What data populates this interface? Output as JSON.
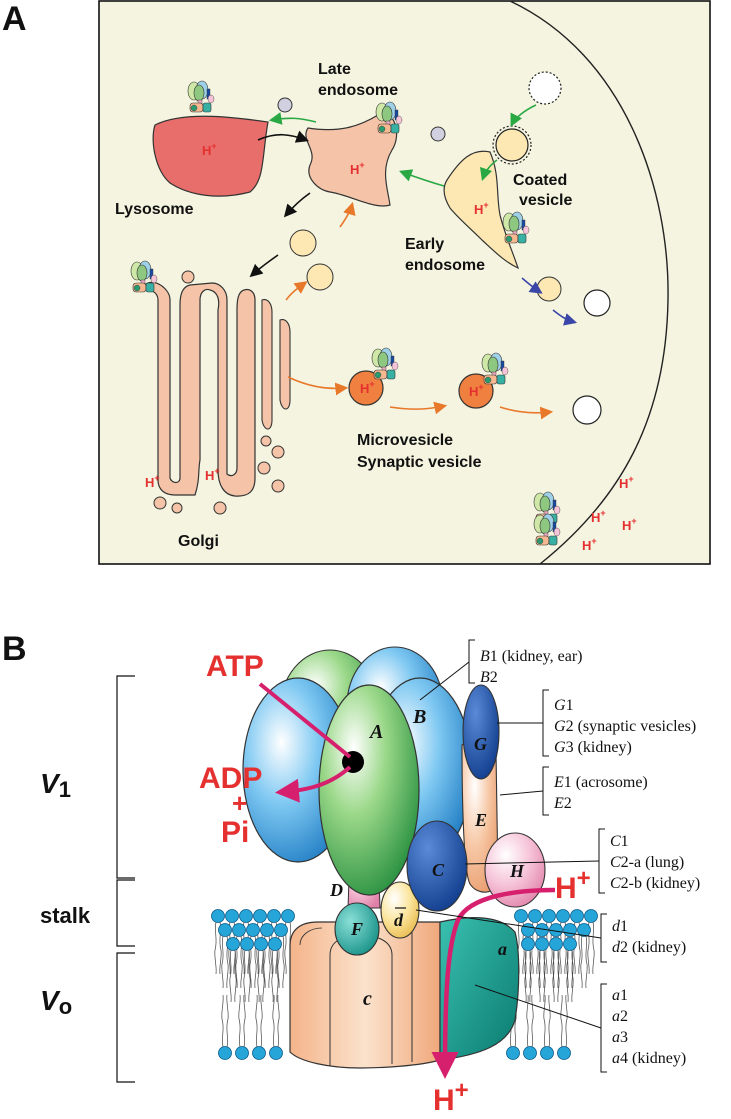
{
  "panel_a": {
    "letter": "A",
    "labels": {
      "late_endosome_1": "Late",
      "late_endosome_2": "endosome",
      "lysosome": "Lysosome",
      "coated_1": "Coated",
      "coated_2": "vesicle",
      "early_1": "Early",
      "early_2": "endosome",
      "microvesicle": "Microvesicle",
      "synaptic": "Synaptic vesicle",
      "golgi": "Golgi"
    },
    "proton": {
      "base": "H",
      "sup": "+"
    }
  },
  "panel_b": {
    "letter": "B",
    "sections": {
      "v1_main": "V",
      "v1_sub": "1",
      "stalk": "stalk",
      "vo_main": "V",
      "vo_sub": "o"
    },
    "reaction": {
      "atp": "ATP",
      "adp": "ADP",
      "plus": "+",
      "pi": "Pi"
    },
    "subunits": {
      "A": "A",
      "B": "B",
      "G": "G",
      "E": "E",
      "C": "C",
      "H": "H",
      "D": "D",
      "F": "F",
      "d": "d",
      "a": "a",
      "c": "c"
    },
    "proton": {
      "base": "H",
      "sup": "+"
    },
    "isoforms": {
      "B": [
        {
          "it": "B",
          "rest": "1 (kidney, ear)"
        },
        {
          "it": "B",
          "rest": "2"
        }
      ],
      "G": [
        {
          "it": "G",
          "rest": "1"
        },
        {
          "it": "G",
          "rest": "2 (synaptic vesicles)"
        },
        {
          "it": "G",
          "rest": "3 (kidney)"
        }
      ],
      "E": [
        {
          "it": "E",
          "rest": "1 (acrosome)"
        },
        {
          "it": "E",
          "rest": "2"
        }
      ],
      "C": [
        {
          "it": "C",
          "rest": "1"
        },
        {
          "it": "C",
          "rest": "2-a (lung)"
        },
        {
          "it": "C",
          "rest": "2-b (kidney)"
        }
      ],
      "d": [
        {
          "it": "d",
          "rest": "1"
        },
        {
          "it": "d",
          "rest": "2 (kidney)"
        }
      ],
      "a": [
        {
          "it": "a",
          "rest": "1"
        },
        {
          "it": "a",
          "rest": "2"
        },
        {
          "it": "a",
          "rest": "3"
        },
        {
          "it": "a",
          "rest": "4 (kidney)"
        }
      ]
    }
  },
  "colors": {
    "cell_bg": "#f4f4e0",
    "organelle": "#f5c4a8",
    "lysosome": "#e86e6c",
    "vesicle": "#fde8b4",
    "synaptic": "#f08040",
    "proton": "#e53030",
    "arrow_magenta": "#d6206e",
    "arrow_orange": "#e8782a",
    "arrow_green": "#2aa844",
    "arrow_blue": "#3a46a8"
  }
}
